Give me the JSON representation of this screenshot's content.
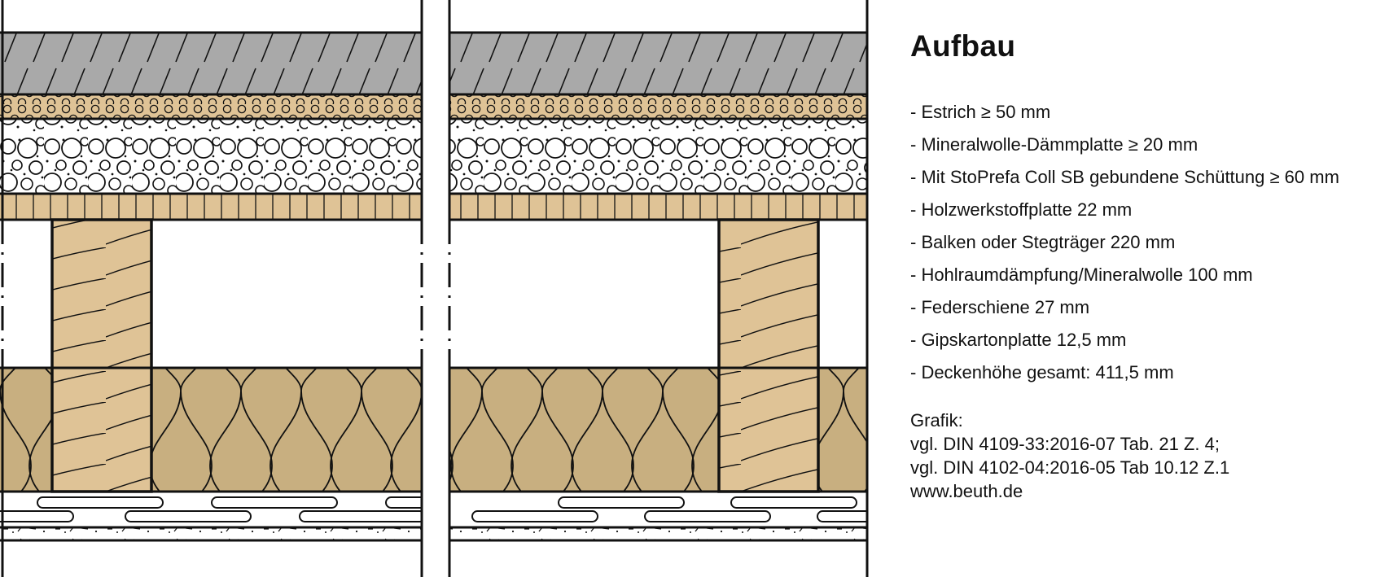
{
  "legend": {
    "title": "Aufbau",
    "layers": [
      "- Estrich ≥ 50 mm",
      "- Mineralwolle-Dämmplatte ≥ 20 mm",
      "- Mit StoPrefa Coll SB gebundene Schüttung ≥ 60 mm",
      "- Holzwerkstoffplatte 22 mm",
      "- Balken oder Stegträger 220 mm",
      "- Hohlraumdämpfung/Mineralwolle 100 mm",
      "- Federschiene 27 mm",
      "- Gipskartonplatte 12,5 mm",
      "- Deckenhöhe gesamt: 411,5 mm"
    ],
    "source": {
      "label": "Grafik:",
      "lines": [
        "vgl. DIN 4109-33:2016-07 Tab. 21 Z. 4;",
        "vgl. DIN 4102-04:2016-05 Tab 10.12 Z.1",
        "www.beuth.de"
      ]
    }
  },
  "colors": {
    "screed": "#a9a9a9",
    "wood": "#dfc396",
    "insulation": "#c8af80",
    "line": "#111111"
  },
  "icons": [
    "screed-hatch",
    "mineral-wool-board",
    "bonded-fill",
    "wood-board",
    "beam",
    "cavity-insulation",
    "resilient-channel",
    "gypsum-board"
  ]
}
